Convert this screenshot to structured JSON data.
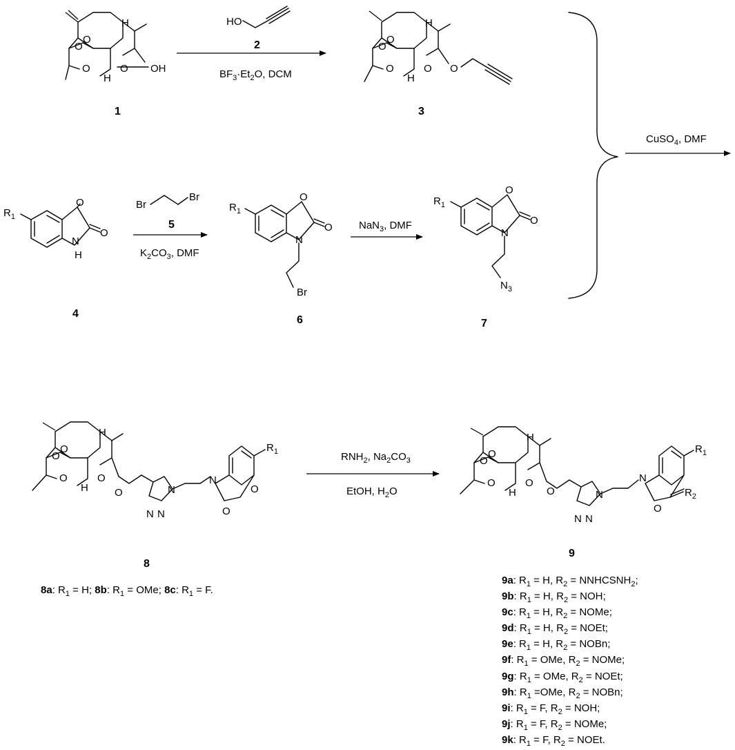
{
  "compounds": {
    "c1": "1",
    "c2": "2",
    "c3": "3",
    "c4": "4",
    "c5": "5",
    "c6": "6",
    "c7": "7",
    "c8": "8",
    "c9": "9"
  },
  "atoms": {
    "O": "O",
    "OH": "OH",
    "H": "H",
    "N": "N",
    "NH": "H",
    "Br": "Br",
    "R": "R",
    "one": "1",
    "two": "2",
    "three": "3",
    "HO": "HO"
  },
  "reagents": {
    "step1": "BF3·Et2O, DCM",
    "step1_main": "BF",
    "step1_sub3": "3",
    "step1_mid": "·Et",
    "step1_sub2": "2",
    "step1_end": "O, DCM",
    "step2_a": "K",
    "step2_sub2": "2",
    "step2_b": "CO",
    "step2_sub3": "3",
    "step2_c": ", DMF",
    "step3": "NaN3, DMF",
    "step3_a": "NaN",
    "step3_sub3": "3",
    "step3_b": ", DMF",
    "step4_a": "CuSO",
    "step4_sub4": "4",
    "step4_b": ", DMF",
    "step5_a": "RNH",
    "step5_sub2": "2",
    "step5_b": ", Na",
    "step5_sub2b": "2",
    "step5_c": "CO",
    "step5_sub3": "3",
    "step5_line2_a": "EtOH, H",
    "step5_line2_sub": "2",
    "step5_line2_b": "O"
  },
  "series8": [
    {
      "id": "8a",
      "r1": "H"
    },
    {
      "id": "8b",
      "r1": "OMe"
    },
    {
      "id": "8c",
      "r1": "F"
    }
  ],
  "series9": [
    {
      "id": "9a",
      "r1": "H",
      "r2": "NNHCSNH",
      "r2sub": "2",
      "end": ";"
    },
    {
      "id": "9b",
      "r1": "H",
      "r2": "NOH",
      "r2sub": "",
      "end": ";"
    },
    {
      "id": "9c",
      "r1": "H",
      "r2": "NOMe",
      "r2sub": "",
      "end": ";"
    },
    {
      "id": "9d",
      "r1": "H",
      "r2": "NOEt",
      "r2sub": "",
      "end": ";"
    },
    {
      "id": "9e",
      "r1": "H",
      "r2": "NOBn",
      "r2sub": "",
      "end": ";"
    },
    {
      "id": "9f",
      "r1": "OMe",
      "r2": "NOMe",
      "r2sub": "",
      "end": ";"
    },
    {
      "id": "9g",
      "r1": "OMe",
      "r2": "NOEt",
      "r2sub": "",
      "end": ";"
    },
    {
      "id": "9h",
      "r1": "OMe",
      "r2": "NOBn",
      "r2sub": "",
      "end": ";",
      "tight": true
    },
    {
      "id": "9i",
      "r1": "F",
      "r2": "NOH",
      "r2sub": "",
      "end": ";"
    },
    {
      "id": "9j",
      "r1": "F",
      "r2": "NOMe",
      "r2sub": "",
      "end": ";"
    },
    {
      "id": "9k",
      "r1": "F",
      "r2": "NOEt",
      "r2sub": "",
      "end": "."
    }
  ]
}
